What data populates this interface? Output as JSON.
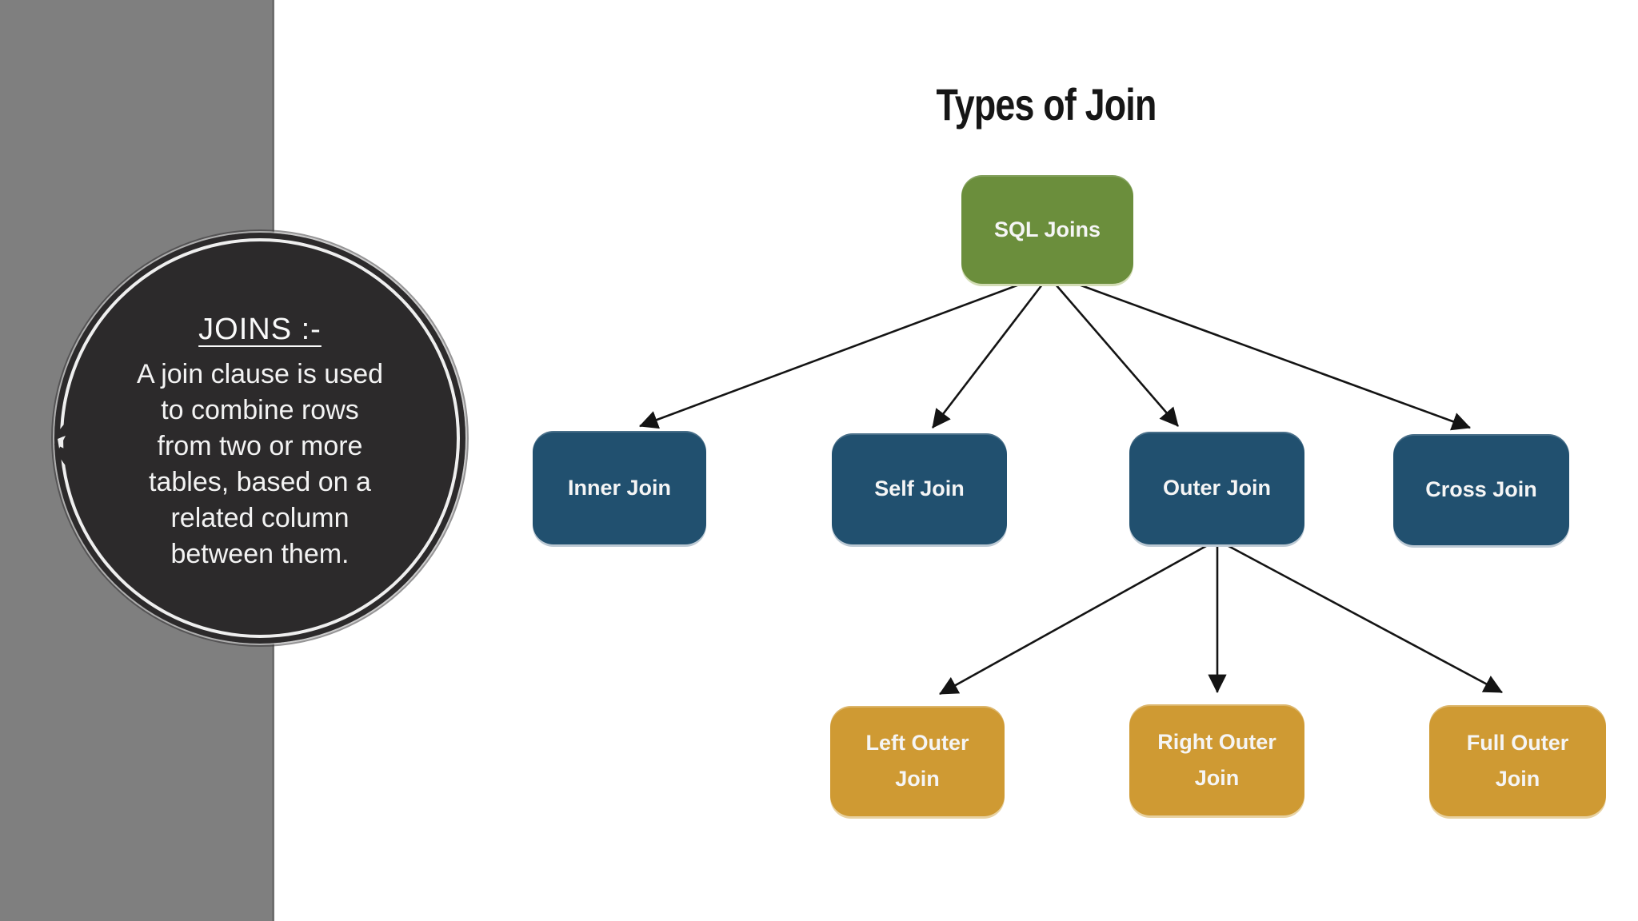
{
  "slide": {
    "title": "Types of Join"
  },
  "sidebar_circle": {
    "heading": "JOINS :-",
    "body_lines": [
      "A join clause is used",
      "to combine rows",
      "from two or more",
      "tables, based on a",
      "related column",
      "between them."
    ]
  },
  "tree": {
    "root": {
      "label": "SQL Joins"
    },
    "level1": [
      {
        "label": "Inner Join"
      },
      {
        "label": "Self Join"
      },
      {
        "label": "Outer Join"
      },
      {
        "label": "Cross Join"
      }
    ],
    "level2": [
      {
        "line1": "Left Outer",
        "line2": "Join"
      },
      {
        "line1": "Right Outer",
        "line2": "Join"
      },
      {
        "line1": "Full Outer",
        "line2": "Join"
      }
    ]
  },
  "colors": {
    "root_node_green": "#6b8e3c",
    "level1_node_blue": "#21506f",
    "level2_node_orange": "#cf9a33",
    "sidebar_gray": "#7f7f7f",
    "circle_fill": "#2c2a2b",
    "circle_ring": "#efefef",
    "arrow_black": "#141414",
    "title_text": "#161616"
  }
}
